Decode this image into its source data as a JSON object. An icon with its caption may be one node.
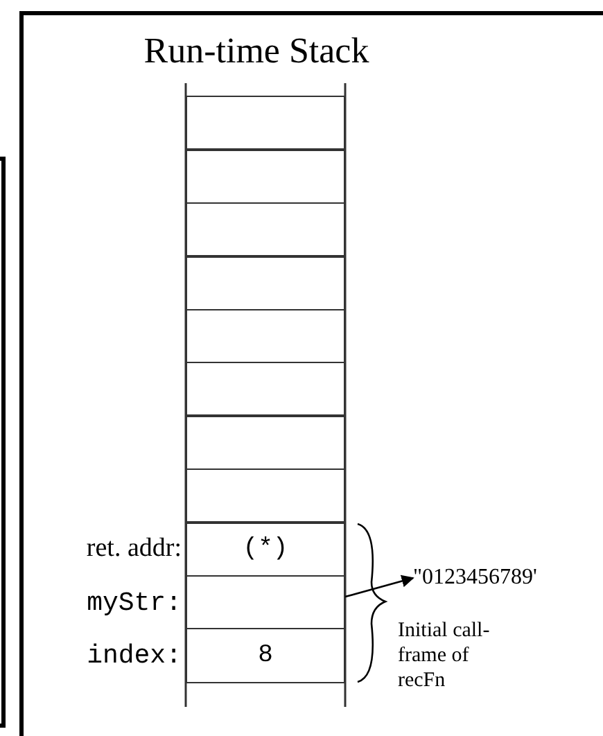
{
  "diagram": {
    "title": "Run-time Stack",
    "nodes": [
      {
        "text": [],
        "shape": "box"
      },
      {
        "text": [],
        "shape": "box"
      },
      {
        "text": [],
        "shape": "box"
      },
      {
        "text": [],
        "shape": "box"
      },
      {
        "text": [],
        "shape": "box"
      },
      {
        "text": [],
        "shape": "box"
      },
      {
        "text": [],
        "shape": "box"
      },
      {
        "text": [],
        "shape": "box"
      },
      {
        "text": [
          "(*)"
        ],
        "beside": [
          "ret. addr:"
        ]
      },
      {
        "text": [],
        "shape": "box",
        "beside": [
          "myStr:"
        ]
      },
      {
        "text": [
          "8"
        ],
        "beside": [
          "index:"
        ]
      },
      {
        "text": [
          "\"0123456789'"
        ]
      }
    ],
    "edges": [
      {
        "from": 9,
        "to": 11,
        "arrow": "to"
      }
    ],
    "labels": [
      "Initial call-frame of recFn"
    ]
  }
}
